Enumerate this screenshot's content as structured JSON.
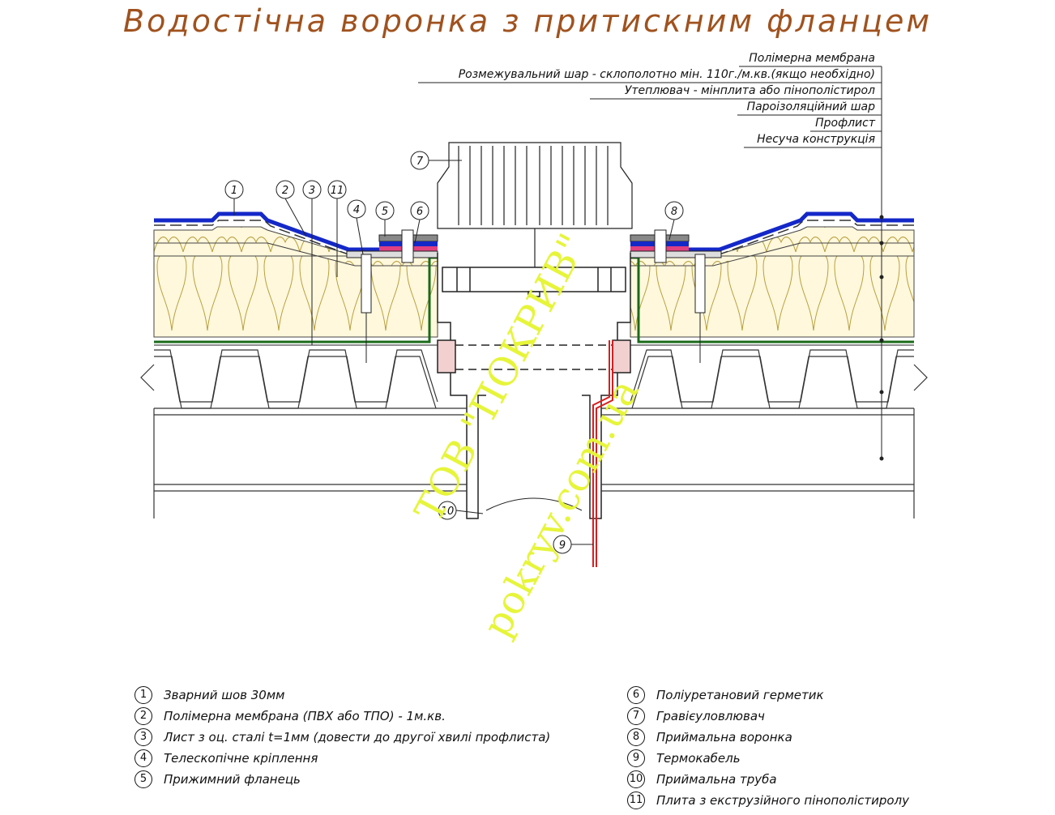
{
  "title": "Водостічна воронка з притискним фланцем",
  "layers": [
    "Полімерна мембрана",
    "Розмежувальний шар - склополотно мін. 110г./м.кв.(якщо необхідно)",
    "Утеплювач - мінплита або пінополістирол",
    "Пароізоляційний шар",
    "Профлист",
    "Несуча конструкція"
  ],
  "callouts": [
    "1",
    "2",
    "3",
    "11",
    "4",
    "5",
    "6",
    "7",
    "8",
    "9",
    "10"
  ],
  "legend_left": [
    {
      "num": "1",
      "text": "Зварний шов 30мм"
    },
    {
      "num": "2",
      "text": "Полімерна мембрана (ПВХ або ТПО) - 1м.кв."
    },
    {
      "num": "3",
      "text": "Лист з оц. сталі t=1мм (довести до другої хвилі профлиста)"
    },
    {
      "num": "4",
      "text": "Телескопічне кріплення"
    },
    {
      "num": "5",
      "text": "Прижимний фланець"
    }
  ],
  "legend_right": [
    {
      "num": "6",
      "text": "Поліуретановий герметик"
    },
    {
      "num": "7",
      "text": "Гравієуловлювач"
    },
    {
      "num": "8",
      "text": "Приймальна воронка"
    },
    {
      "num": "9",
      "text": "Термокабель"
    },
    {
      "num": "10",
      "text": "Приймальна труба"
    },
    {
      "num": "11",
      "text": "Плита з екструзійного пінополістиролу"
    }
  ],
  "watermark": {
    "line1": "ТОВ \"ПОКРИВ\"",
    "line2": "pokryv.com.ua"
  },
  "colors": {
    "title": "#a0521e",
    "membrane": "#1428c8",
    "insulation": "#fff8dc",
    "insulation_line": "#b8a040",
    "vapor": "#1a6a1a",
    "watermark": "#e6f53a",
    "cable": "#d81e1e"
  }
}
